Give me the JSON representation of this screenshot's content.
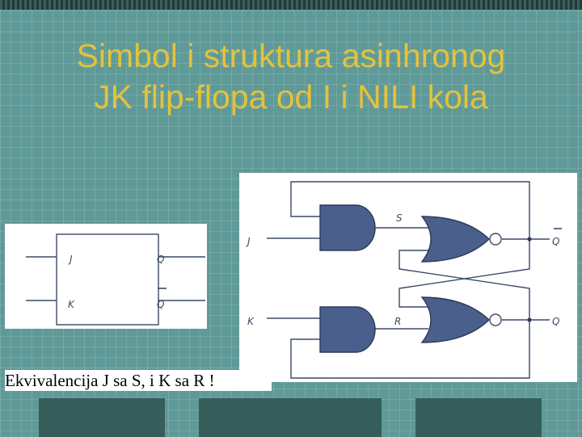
{
  "slide": {
    "title_line1": "Simbol i struktura asinhronog",
    "title_line2": "JK flip-flopa od I i NILI kola",
    "caption": "Ekvivalencija J sa S, i K sa R !"
  },
  "symbol_block": {
    "input_j": "J",
    "input_k": "K",
    "output_q": "Q",
    "output_q_bar": "Q"
  },
  "circuit": {
    "input_j": "J",
    "input_k": "K",
    "node_s": "S",
    "node_r": "R",
    "output_q_bar": "Q",
    "output_q": "Q"
  },
  "colors": {
    "title": "#e4c23c",
    "background": "#5f9a98",
    "panel": "#ffffff",
    "gate_fill": "#4a5f8c"
  }
}
